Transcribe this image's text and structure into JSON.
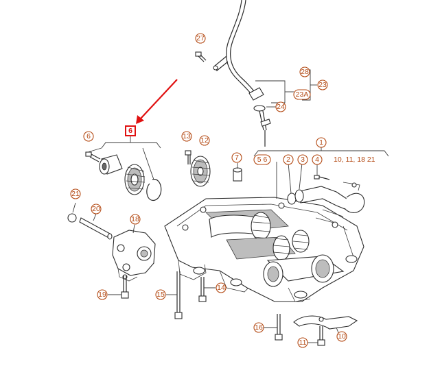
{
  "callouts": {
    "c27": "27",
    "c28": "28",
    "c23": "23",
    "c23a": "23A",
    "c24": "24",
    "c1": "1",
    "c6top": "6",
    "c5": "5",
    "c13": "13",
    "c12": "12",
    "c7": "7",
    "c2": "2",
    "c3": "3",
    "c4": "4",
    "c21": "21",
    "c20": "20",
    "c18": "18",
    "c19": "19",
    "c15": "15",
    "c14": "14",
    "c16": "16",
    "c11": "11",
    "c10": "10"
  },
  "labels": {
    "group_left": "5 6",
    "group_right": "10, 11, 18 21"
  },
  "highlight": {
    "label": "6",
    "color": "#e01010"
  },
  "colors": {
    "callout": "#b44a14",
    "highlight": "#e01010",
    "line": "#2a2a2a"
  }
}
